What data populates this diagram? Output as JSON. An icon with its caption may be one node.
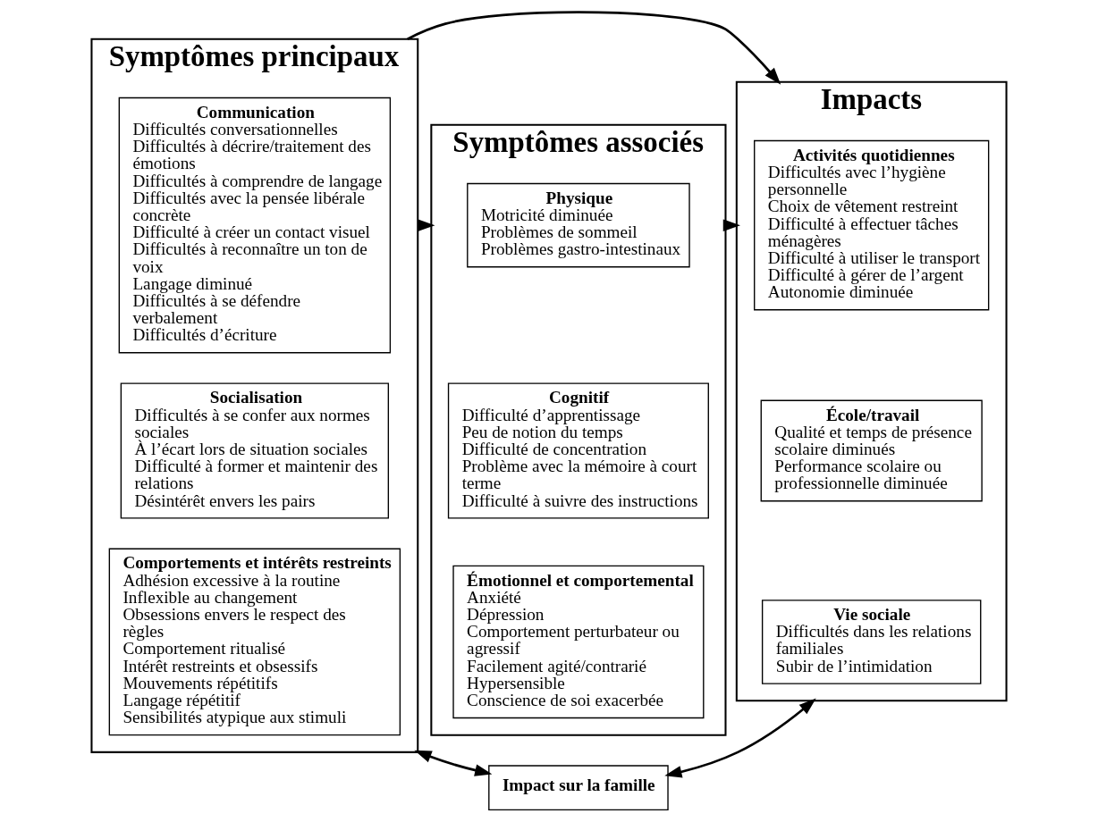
{
  "diagram": {
    "nodes": [
      {
        "text": [
          "Symptômes principaux"
        ]
      },
      {
        "text": [
          "Communication",
          "Difficultés conversationnelles",
          "Difficultés à décrire/traitement des émotions",
          "Difficultés à comprendre de langage",
          "Difficultés avec la pensée libérale concrète",
          "Difficulté à créer un contact visuel",
          "Difficultés à reconnaître un ton de voix",
          "Langage diminué",
          "Difficultés à se défendre verbalement",
          "Difficultés d’écriture"
        ],
        "in": 0
      },
      {
        "text": [
          "Socialisation",
          "Difficultés à se confer aux normes sociales",
          "À l’écart lors de situation sociales",
          "Difficulté à former et maintenir des relations",
          "Désintérêt envers les pairs"
        ],
        "in": 0
      },
      {
        "text": [
          "Comportements et intérêts restreints",
          "Adhésion excessive à la routine",
          "Inflexible au changement",
          "Obsessions envers le respect des règles",
          "Comportement ritualisé",
          "Intérêt restreints et obsessifs",
          "Mouvements répétitifs",
          "Langage répétitif",
          "Sensibilités atypique aux stimuli"
        ],
        "in": 0
      },
      {
        "text": [
          "Symptômes associés"
        ]
      },
      {
        "text": [
          "Physique",
          "Motricité diminuée",
          "Problèmes de sommeil",
          "Problèmes gastro-intestinaux"
        ],
        "in": 4
      },
      {
        "text": [
          "Cognitif",
          "Difficulté d’apprentissage",
          "Peu de notion du temps",
          "Difficulté de concentration",
          "Problème avec la mémoire à court terme",
          "Difficulté à suivre des instructions"
        ],
        "in": 4
      },
      {
        "text": [
          "Émotionnel et comportemental",
          "Anxiété",
          "Dépression",
          "Comportement perturbateur ou agressif",
          "Facilement agité/contrarié",
          "Hypersensible",
          "Conscience de soi exacerbée"
        ],
        "in": 4
      },
      {
        "text": [
          "Impacts"
        ]
      },
      {
        "text": [
          "Activités quotidiennes",
          "Difficultés avec l’hygiène personnelle",
          "Choix de vêtement restreint",
          "Difficulté à effectuer tâches ménagères",
          "Difficulté à utiliser le transport",
          "Difficulté à gérer de l’argent",
          "Autonomie diminuée"
        ],
        "in": 8
      },
      {
        "text": [
          "École/travail",
          "Qualité et temps de présence scolaire diminués",
          "Performance scolaire ou professionnelle diminuée"
        ],
        "in": 8
      },
      {
        "text": [
          "Vie sociale",
          "Difficultés dans les relations familiales",
          "Subir de l’intimidation"
        ],
        "in": 8
      },
      {
        "text": [
          "Impact sur la famille"
        ]
      }
    ],
    "edges": [
      {
        "from": 0,
        "to": 8,
        "arrow": "to"
      },
      {
        "from": 0,
        "to": 4,
        "arrow": "to",
        "style": "dashed"
      },
      {
        "from": 4,
        "to": 8,
        "arrow": "to"
      },
      {
        "from": 12,
        "to": 0,
        "arrow": "both"
      },
      {
        "from": 12,
        "to": 8,
        "arrow": "both"
      }
    ]
  }
}
